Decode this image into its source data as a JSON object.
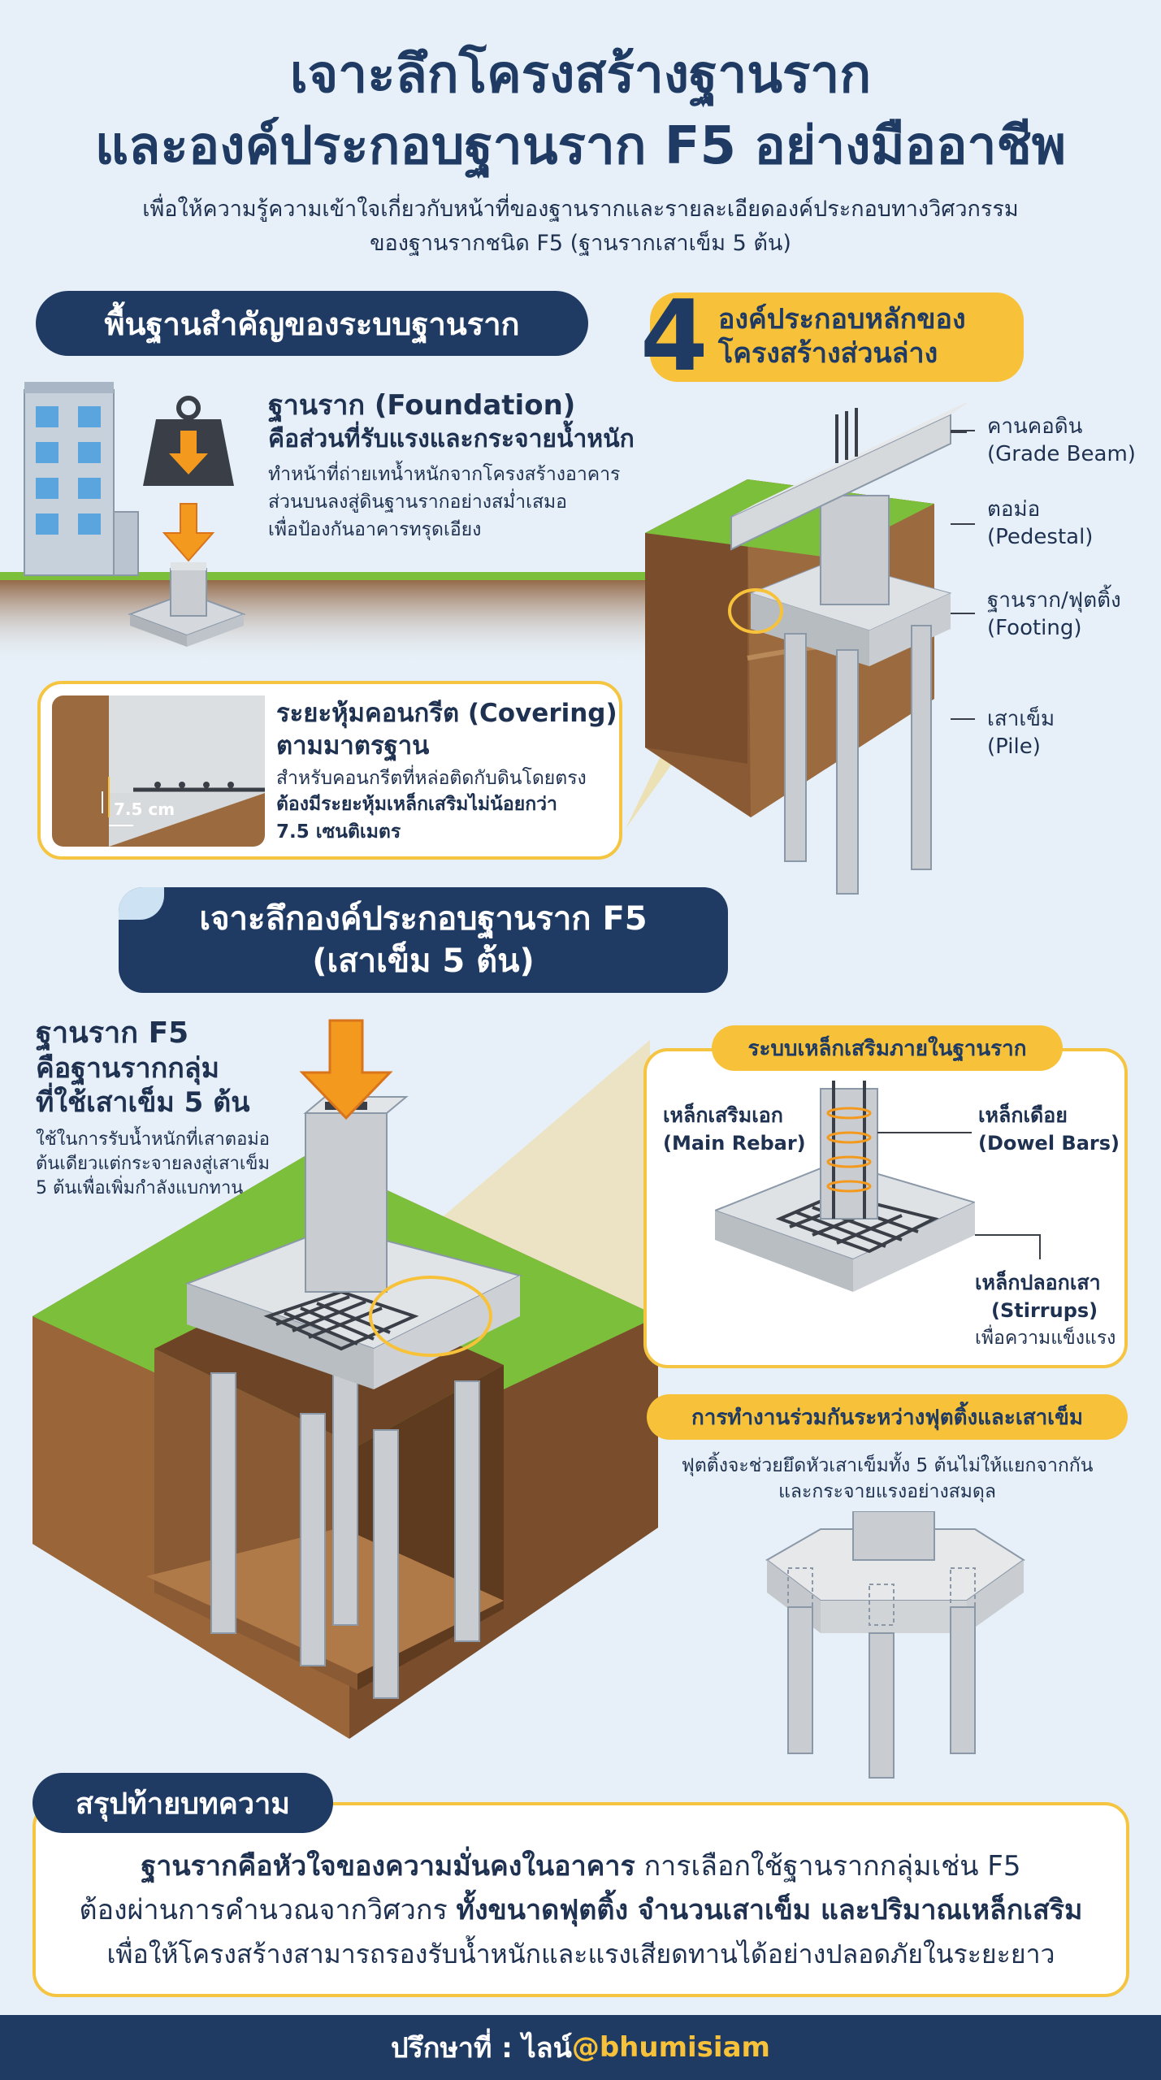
{
  "header": {
    "title_line1": "เจาะลึกโครงสร้างฐานราก",
    "title_line2": "และองค์ประกอบฐานราก F5 อย่างมืออาชีพ",
    "subtitle_line1": "เพื่อให้ความรู้ความเข้าใจเกี่ยวกับหน้าที่ของฐานรากและรายละเอียดองค์ประกอบทางวิศวกรรม",
    "subtitle_line2": "ของฐานรากชนิด F5 (ฐานรากเสาเข็ม 5 ต้น)"
  },
  "basics": {
    "heading": "พื้นฐานสำคัญของระบบฐานราก",
    "foundation_title": "ฐานราก (Foundation)",
    "foundation_subtitle": "คือส่วนที่รับแรงและกระจายน้ำหนัก",
    "foundation_desc_1": "ทำหน้าที่ถ่ายเทน้ำหนักจากโครงสร้างอาคาร",
    "foundation_desc_2": "ส่วนบนลงสู่ดินฐานรากอย่างสม่ำเสมอ",
    "foundation_desc_3": "เพื่อป้องกันอาคารทรุดเอียง",
    "covering_title_1": "ระยะหุ้มคอนกรีต (Covering)",
    "covering_title_2": "ตามมาตรฐาน",
    "covering_desc_1": "สำหรับคอนกรีตที่หล่อติดกับดินโดยตรง",
    "covering_desc_2": "ต้องมีระยะหุ้มเหล็กเสริมไม่น้อยกว่า",
    "covering_desc_3": "7.5 เซนติเมตร",
    "covering_dim": "7.5 cm"
  },
  "components": {
    "number": "4",
    "heading_1": "องค์ประกอบหลักของ",
    "heading_2": "โครงสร้างส่วนล่าง",
    "items": [
      {
        "th": "คานคอดิน",
        "en": "(Grade Beam)"
      },
      {
        "th": "ตอม่อ",
        "en": "(Pedestal)"
      },
      {
        "th": "ฐานราก/ฟุตติ้ง",
        "en": "(Footing)"
      },
      {
        "th": "เสาเข็ม",
        "en": "(Pile)"
      }
    ]
  },
  "f5": {
    "heading_1": "เจาะลึกองค์ประกอบฐานราก F5",
    "heading_2": "(เสาเข็ม 5 ต้น)",
    "title_1": "ฐานราก F5",
    "title_2": "คือฐานรากกลุ่ม",
    "title_3": "ที่ใช้เสาเข็ม 5 ต้น",
    "desc_1": "ใช้ในการรับน้ำหนักที่เสาตอม่อ",
    "desc_2": "ต้นเดียวแต่กระจายลงสู่เสาเข็ม",
    "desc_3": "5 ต้นเพื่อเพิ่มกำลังแบกทาน"
  },
  "rebar": {
    "heading": "ระบบเหล็กเสริมภายในฐานราก",
    "main_th": "เหล็กเสริมเอก",
    "main_en": "(Main Rebar)",
    "dowel_th": "เหล็กเดือย",
    "dowel_en": "(Dowel Bars)",
    "stirrup_th": "เหล็กปลอกเสา",
    "stirrup_en": "(Stirrups)",
    "stirrup_note": "เพื่อความแข็งแรง"
  },
  "teamwork": {
    "heading": "การทำงานร่วมกันระหว่างฟุตติ้งและเสาเข็ม",
    "desc_1": "ฟุตติ้งจะช่วยยึดหัวเสาเข็มทั้ง 5 ต้นไม่ให้แยกจากกัน",
    "desc_2": "และกระจายแรงอย่างสมดุล"
  },
  "summary": {
    "heading": "สรุปท้ายบทความ",
    "line1_bold": "ฐานรากคือหัวใจของความมั่นคงในอาคาร",
    "line1_rest": " การเลือกใช้ฐานรากกลุ่มเช่น F5",
    "line2_a": "ต้องผ่านการคำนวณจากวิศวกร ",
    "line2_b": "ทั้งขนาดฟุตติ้ง จำนวนเสาเข็ม และปริมาณเหล็กเสริม",
    "line3": "เพื่อให้โครงสร้างสามารถรองรับน้ำหนักและแรงเสียดทานได้อย่างปลอดภัยในระยะยาว"
  },
  "footer": {
    "label": "ปรึกษาที่ : ไลน์ ",
    "handle": "@bhumisiam"
  },
  "colors": {
    "navy": "#1f3a63",
    "yellow": "#f7c23a",
    "orange": "#f39a1e",
    "grass": "#7cbf3a",
    "soil": "#8a5a34",
    "concrete": "#c9cdd1"
  }
}
